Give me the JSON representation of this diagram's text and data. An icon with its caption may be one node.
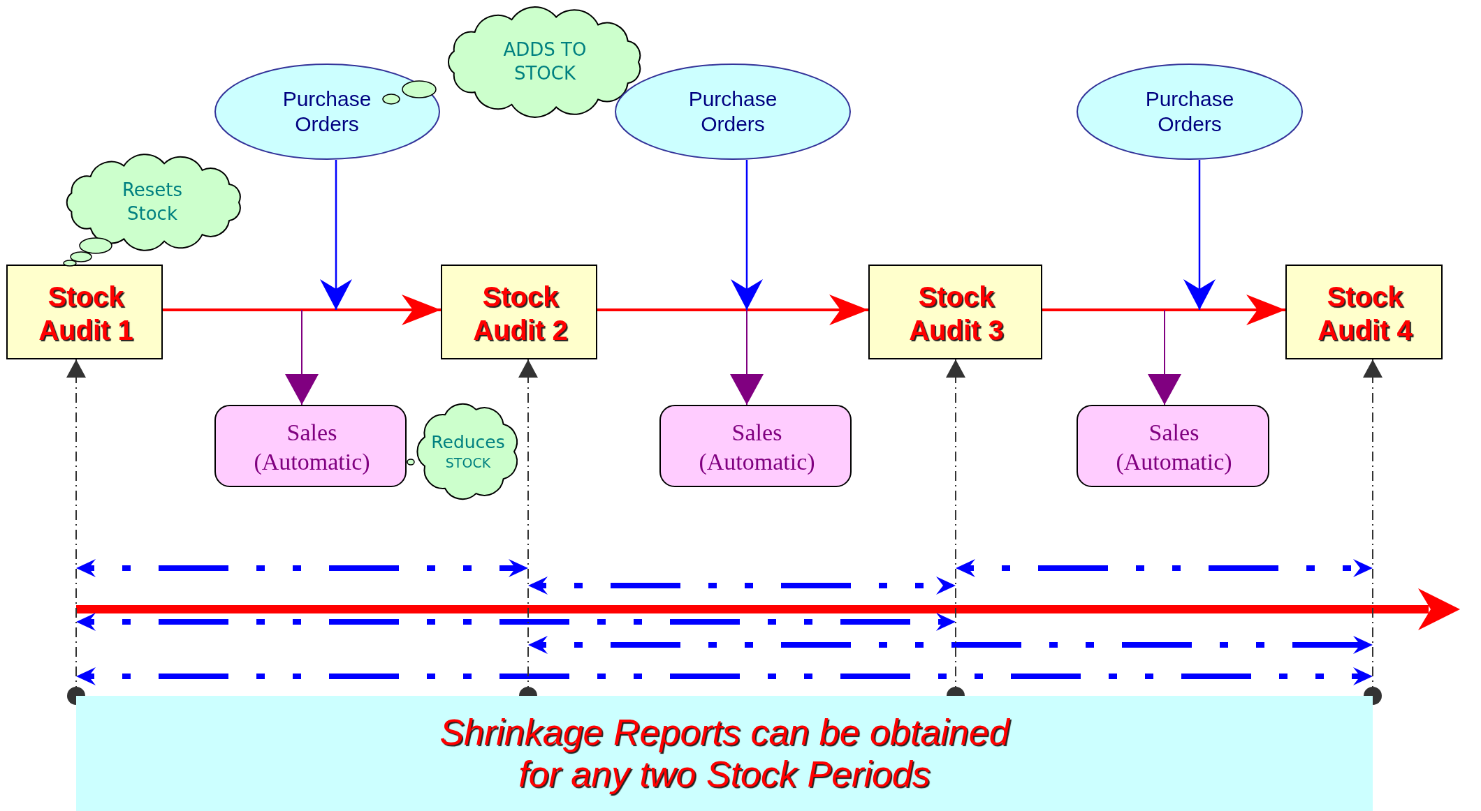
{
  "diagram": {
    "nodes": [
      {
        "text": [
          "ADDS TO STOCK"
        ]
      },
      {
        "text": [
          "Purchase Orders"
        ]
      },
      {
        "text": [
          "Purchase Orders"
        ]
      },
      {
        "text": [
          "Purchase Orders"
        ]
      },
      {
        "text": [
          "Resets Stock"
        ]
      },
      {
        "text": [
          "Stock Audit 1"
        ]
      },
      {
        "text": [
          "Stock Audit 2"
        ]
      },
      {
        "text": [
          "Stock Audit 3"
        ]
      },
      {
        "text": [
          "Stock Audit 4"
        ]
      },
      {
        "text": [
          "Sales (Automatic)"
        ]
      },
      {
        "text": [
          "Reduces",
          "STOCK"
        ]
      },
      {
        "text": [
          "Sales (Automatic)"
        ]
      },
      {
        "text": [
          "Sales (Automatic)"
        ]
      },
      {
        "text": [
          "Shrinkage Reports can be obtained for any two Stock Periods"
        ]
      }
    ],
    "edges": [
      {
        "from": 5,
        "to": 6,
        "arrow": "to",
        "color": "#ff0000"
      },
      {
        "from": 6,
        "to": 7,
        "arrow": "to",
        "color": "#ff0000"
      },
      {
        "from": 7,
        "to": 8,
        "arrow": "to",
        "color": "#ff0000"
      },
      {
        "from": 1,
        "to": null,
        "arrow": "to",
        "color": "#0000ff"
      },
      {
        "from": 2,
        "to": null,
        "arrow": "to",
        "color": "#0000ff"
      },
      {
        "from": 3,
        "to": null,
        "arrow": "to",
        "color": "#0000ff"
      },
      {
        "from": null,
        "to": 9,
        "arrow": "to",
        "color": "#800080"
      },
      {
        "from": null,
        "to": 11,
        "arrow": "to",
        "color": "#800080"
      },
      {
        "from": null,
        "to": 12,
        "arrow": "to",
        "color": "#800080"
      },
      {
        "from": 13,
        "to": 5,
        "arrow": "to",
        "style": "dashed",
        "color": "#333333"
      },
      {
        "from": 13,
        "to": 6,
        "arrow": "to",
        "style": "dashed",
        "color": "#333333"
      },
      {
        "from": 13,
        "to": 7,
        "arrow": "to",
        "style": "dashed",
        "color": "#333333"
      },
      {
        "from": 13,
        "to": 8,
        "arrow": "to",
        "style": "dashed",
        "color": "#333333"
      }
    ]
  }
}
